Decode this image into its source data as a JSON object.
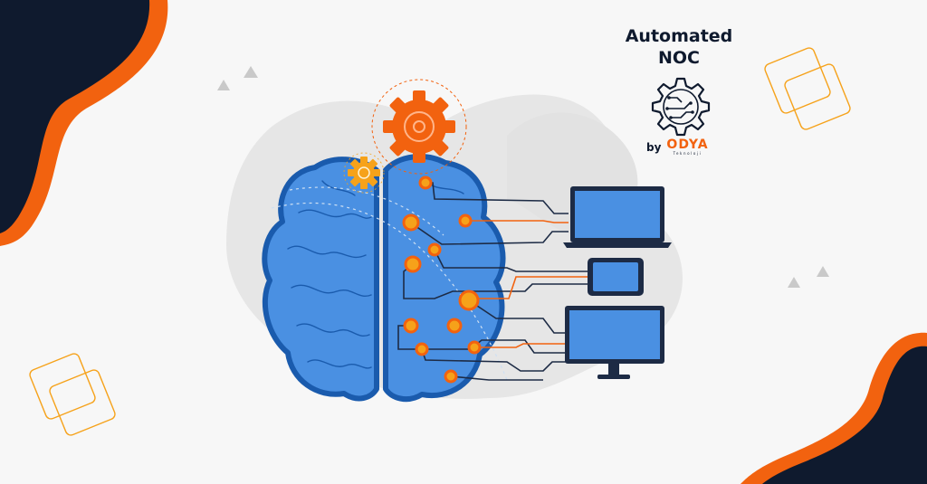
{
  "badge": {
    "title_line1": "Automated",
    "title_line2": "NOC",
    "by_label": "by",
    "brand_name": "ODYA",
    "brand_sub": "Teknoloji",
    "icon": "gear-circuit-icon"
  },
  "colors": {
    "navy": "#0f1a2e",
    "orange": "#f2620f",
    "gold": "#f6a21a",
    "brain_blue": "#3f8ee0",
    "brain_outline": "#1a5bad",
    "background": "#f7f7f7",
    "blob_gray": "#e6e6e6"
  },
  "illustration": {
    "subject": "brain",
    "devices": [
      "laptop-icon",
      "tablet-icon",
      "monitor-icon"
    ]
  }
}
